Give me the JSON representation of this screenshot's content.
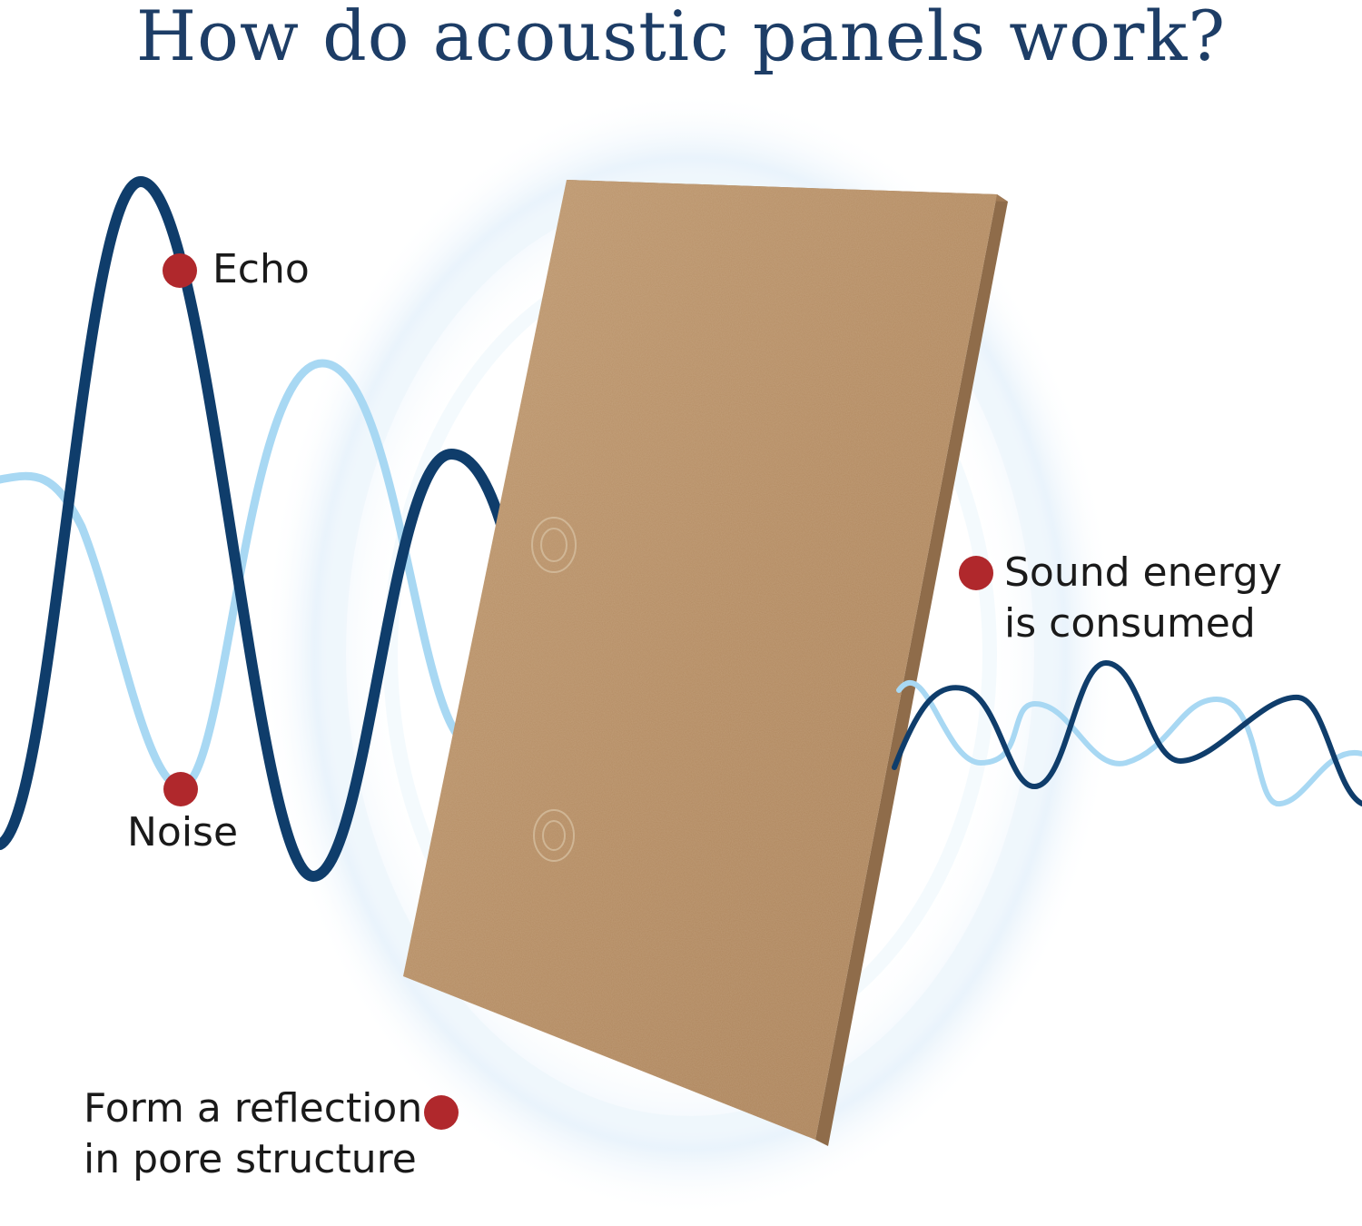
{
  "title": "How do acoustic panels work?",
  "labels": {
    "echo": "Echo",
    "noise": "Noise",
    "sound_energy_line1": "Sound energy",
    "sound_energy_line2": "is consumed",
    "reflection_line1": "Form a reflection",
    "reflection_line2": "in pore structure"
  },
  "colors": {
    "title": "#1d3d66",
    "dark_wave": "#0f3d6b",
    "light_wave": "#a8d8f3",
    "dot": "#b0282c",
    "panel_face": "#b8916a",
    "panel_edge": "#8f6c4a"
  }
}
